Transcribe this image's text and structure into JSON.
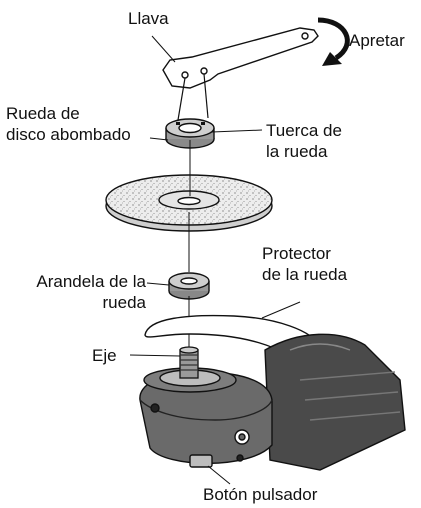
{
  "labels": {
    "llava": "Llava",
    "apretar": "Apretar",
    "rueda_disco": [
      "Rueda de",
      "disco abombado"
    ],
    "tuerca": [
      "Tuerca de",
      "la rueda"
    ],
    "protector": [
      "Protector",
      "de la rueda"
    ],
    "arandela": [
      "Arandela de la",
      "rueda"
    ],
    "eje": "Eje",
    "boton": "Botón pulsador"
  }
}
